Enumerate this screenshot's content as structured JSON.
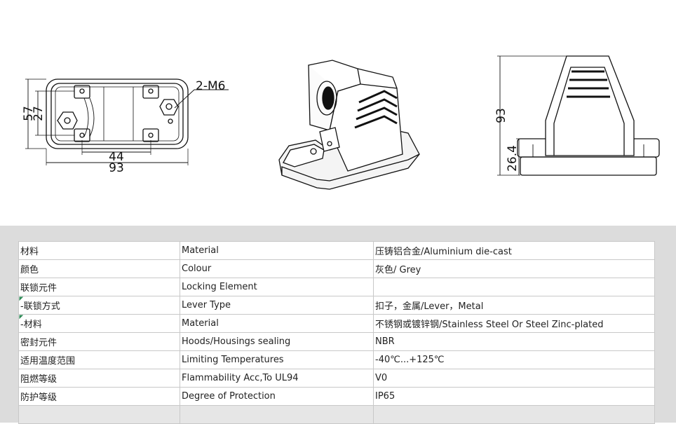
{
  "drawing": {
    "top_view": {
      "label_m6": "2-M6",
      "dim_57": "57",
      "dim_27": "27",
      "dim_44": "44",
      "dim_93": "93"
    },
    "side_view": {
      "dim_93": "93",
      "dim_26_4": "26.4"
    }
  },
  "spec_table": {
    "rows": [
      {
        "cn": "材料",
        "en": "Material",
        "value": "压铸铝合金/Aluminium die-cast"
      },
      {
        "cn": "颜色",
        "en": "Colour",
        "value": "灰色/ Grey"
      },
      {
        "cn": "联锁元件",
        "en": "Locking Element",
        "value": ""
      },
      {
        "cn": " -联锁方式",
        "en": "Lever Type",
        "value": "扣子，金属/Lever，Metal"
      },
      {
        "cn": " -材料",
        "en": "Material",
        "value": "不锈钢或镀锌钢/Stainless Steel Or Steel Zinc-plated"
      },
      {
        "cn": "密封元件",
        "en": "Hoods/Housings sealing",
        "value": "NBR"
      },
      {
        "cn": "适用温度范围",
        "en": "Limiting Temperatures",
        "value": "-40℃...+125℃"
      },
      {
        "cn": "阻燃等级",
        "en": "Flammability Acc,To UL94",
        "value": "V0"
      },
      {
        "cn": "防护等级",
        "en": "Degree of Protection",
        "value": "IP65"
      }
    ]
  }
}
